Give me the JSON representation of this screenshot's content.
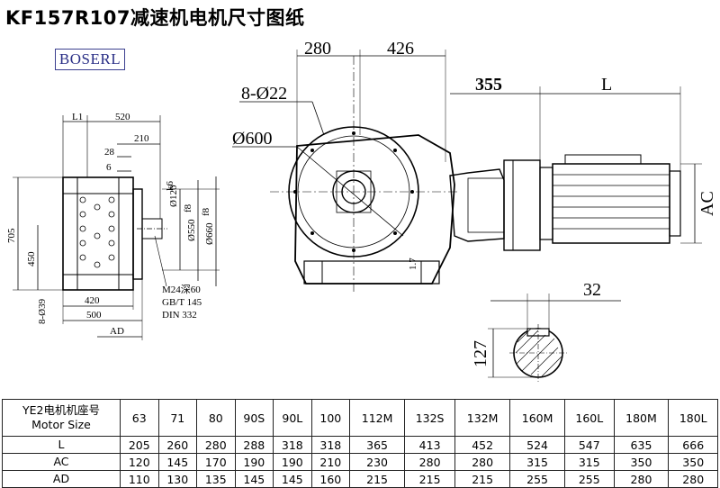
{
  "title": "KF157R107减速机电机尺寸图纸",
  "brand": "BOSERL",
  "left_view": {
    "dims": [
      "L1",
      "520",
      "28",
      "210",
      "6",
      "705",
      "450",
      "420",
      "8-Ø39",
      "500",
      "AD"
    ],
    "shaft_labels": [
      "Ø120",
      "Ø550",
      "Ø660"
    ],
    "fits": [
      "k6",
      "f8"
    ],
    "thread_note": [
      "M24深60",
      "GB/T 145",
      "DIN 332"
    ]
  },
  "main_view": {
    "dims": [
      "280",
      "426",
      "8-Ø22",
      "Ø600",
      "355",
      "L",
      "AC",
      "1.7"
    ]
  },
  "shaft_section": {
    "dims": [
      "32",
      "127"
    ]
  },
  "table": {
    "header": {
      "label_cn": "YE2电机机座号",
      "label_en": "Motor Size",
      "sizes": [
        "63",
        "71",
        "80",
        "90S",
        "90L",
        "100",
        "112M",
        "132S",
        "132M",
        "160M",
        "160L",
        "180M",
        "180L"
      ]
    },
    "rows": [
      {
        "label": "L",
        "values": [
          "205",
          "260",
          "280",
          "288",
          "318",
          "318",
          "365",
          "413",
          "452",
          "524",
          "547",
          "635",
          "666"
        ]
      },
      {
        "label": "AC",
        "values": [
          "120",
          "145",
          "170",
          "190",
          "190",
          "210",
          "230",
          "280",
          "280",
          "315",
          "315",
          "350",
          "350"
        ]
      },
      {
        "label": "AD",
        "values": [
          "110",
          "130",
          "135",
          "145",
          "145",
          "160",
          "215",
          "215",
          "215",
          "255",
          "255",
          "280",
          "280"
        ]
      }
    ]
  }
}
